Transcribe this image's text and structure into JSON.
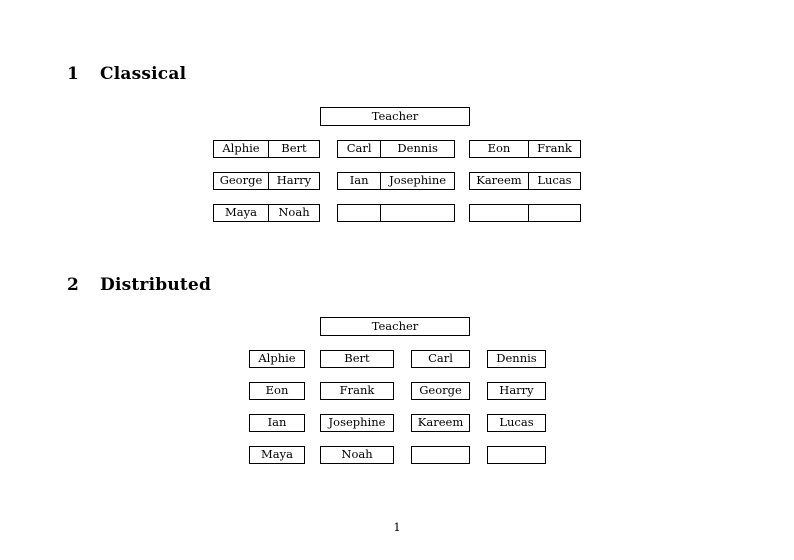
{
  "document": {
    "page_number": "1",
    "background_color": "#ffffff",
    "text_color": "#000000",
    "border_color": "#000000"
  },
  "sections": [
    {
      "number": "1",
      "title": "Classical",
      "teacher_label": "Teacher",
      "layout": "grouped-pairs",
      "columns": [
        {
          "rows": [
            {
              "left": "Alphie",
              "right": "Bert"
            },
            {
              "left": "George",
              "right": "Harry"
            },
            {
              "left": "Maya",
              "right": "Noah"
            }
          ]
        },
        {
          "rows": [
            {
              "left": "Carl",
              "right": "Dennis"
            },
            {
              "left": "Ian",
              "right": "Josephine"
            },
            {
              "left": "",
              "right": ""
            }
          ]
        },
        {
          "rows": [
            {
              "left": "Eon",
              "right": "Frank"
            },
            {
              "left": "Kareem",
              "right": "Lucas"
            },
            {
              "left": "",
              "right": ""
            }
          ]
        }
      ]
    },
    {
      "number": "2",
      "title": "Distributed",
      "teacher_label": "Teacher",
      "layout": "independent-boxes",
      "grid": [
        [
          "Alphie",
          "Bert",
          "Carl",
          "Dennis"
        ],
        [
          "Eon",
          "Frank",
          "George",
          "Harry"
        ],
        [
          "Ian",
          "Josephine",
          "Kareem",
          "Lucas"
        ],
        [
          "Maya",
          "Noah",
          "",
          ""
        ]
      ]
    }
  ]
}
